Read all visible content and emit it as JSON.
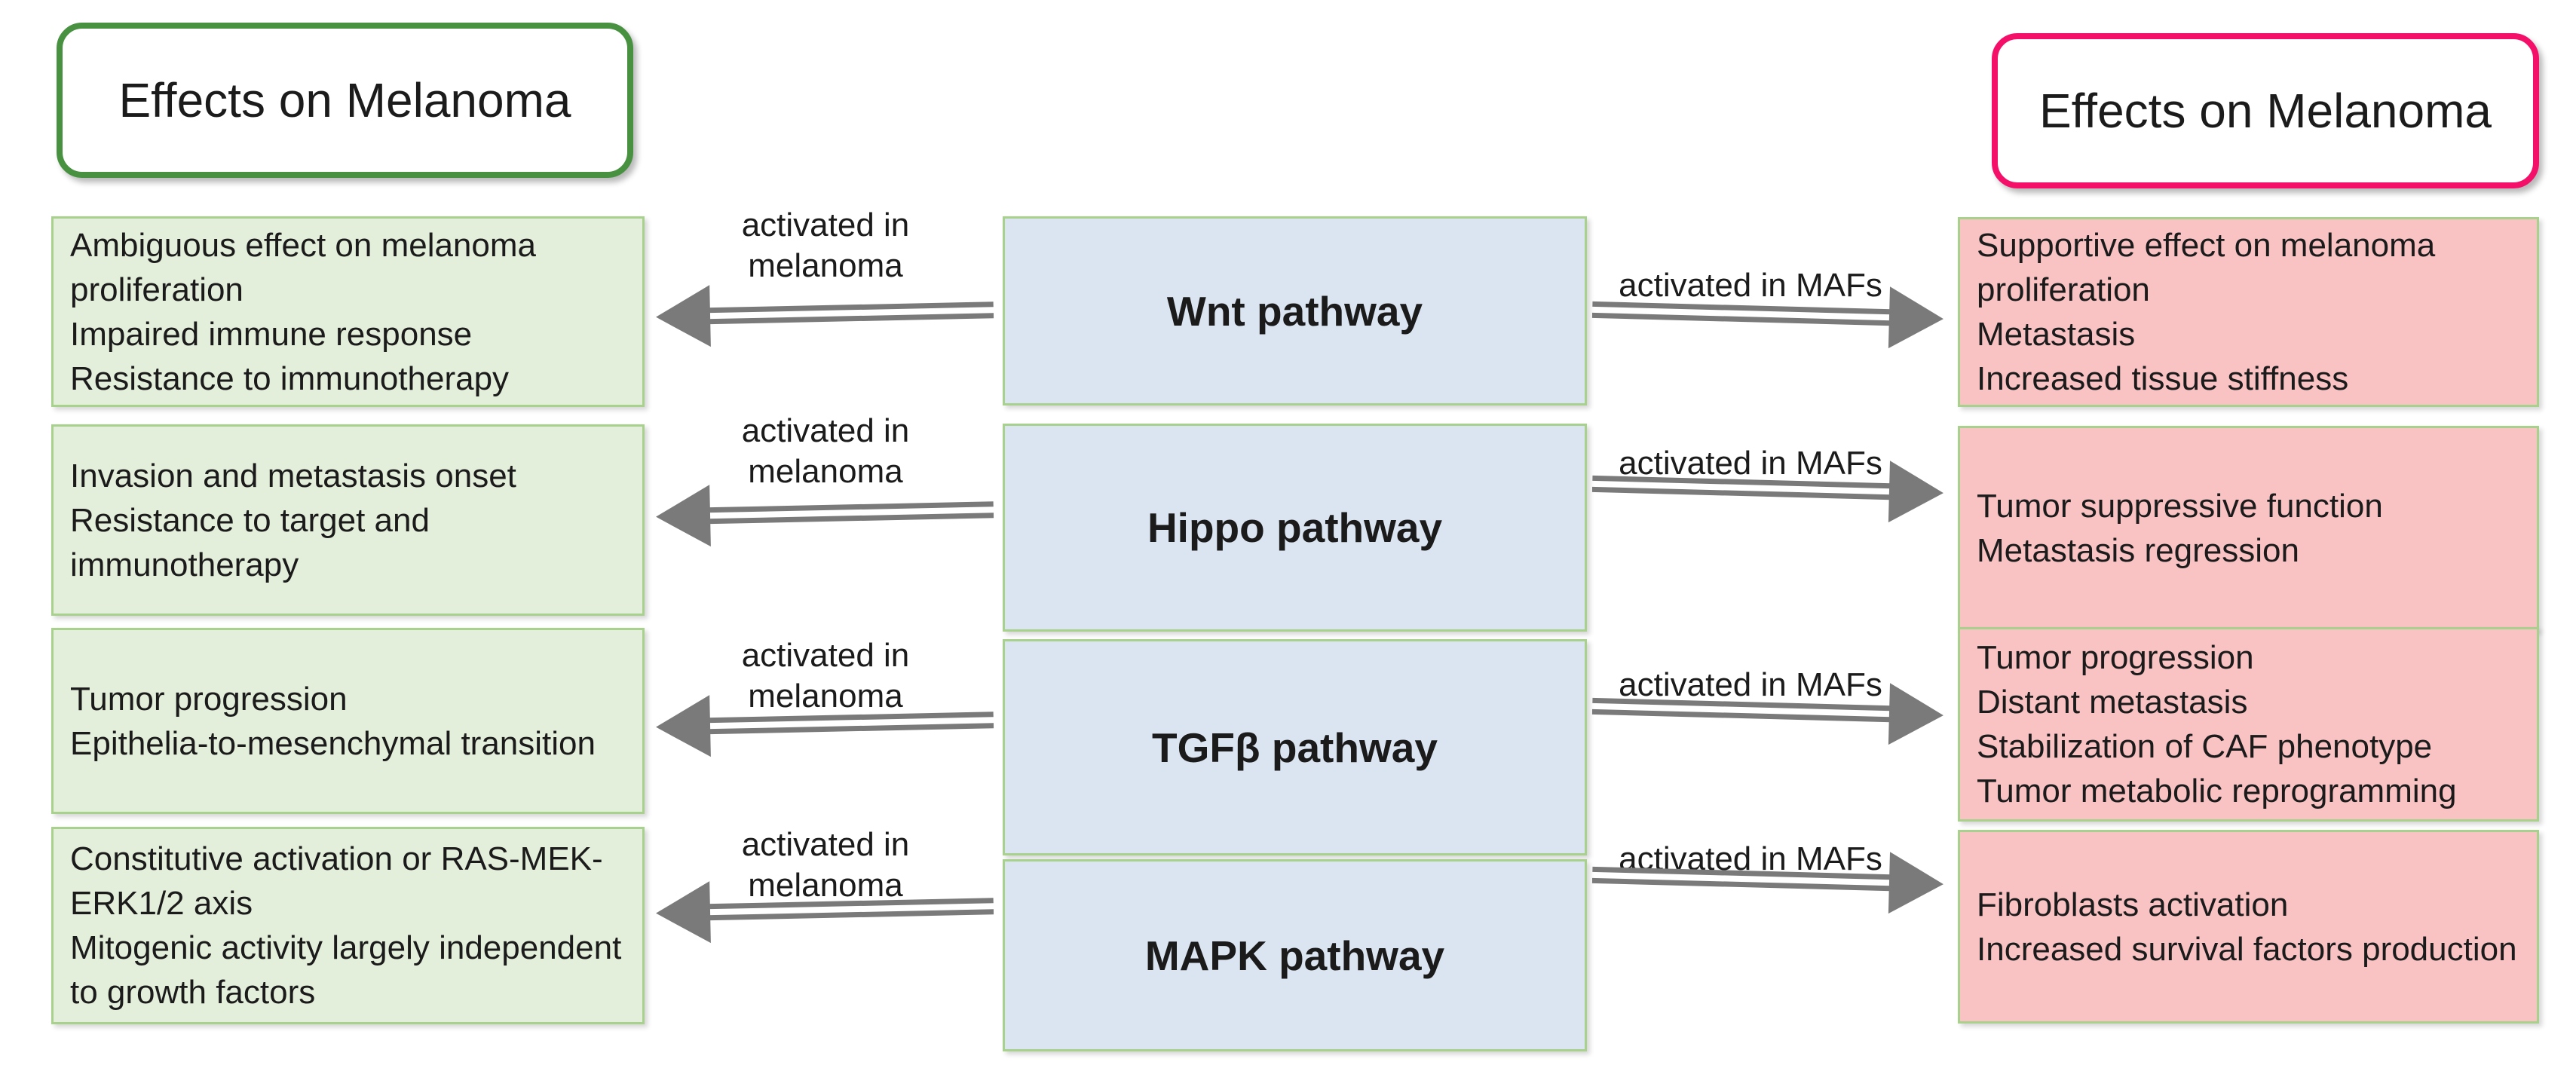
{
  "titles": {
    "left": "Effects on Melanoma",
    "right": "Effects on Melanoma"
  },
  "colors": {
    "effect_green_fill": "#e3efda",
    "effect_pink_fill": "#f9c2c3",
    "pathway_blue_fill": "#dbe5f1",
    "box_border_green": "#a9d18e",
    "title_left_border_green": "#479140",
    "title_right_border_pink": "#f41069",
    "arrow_gray": "#7a7a7a"
  },
  "rows": [
    {
      "pathway": "Wnt pathway",
      "left_arrow_label": "activated in\nmelanoma",
      "right_arrow_label": "activated in MAFs",
      "left_effects": [
        "Ambiguous effect on melanoma proliferation",
        "Impaired immune response",
        "Resistance to immunotherapy"
      ],
      "right_effects": [
        "Supportive effect on melanoma proliferation",
        "Metastasis",
        "Increased tissue stiffness"
      ]
    },
    {
      "pathway": "Hippo pathway",
      "left_arrow_label": "activated in\nmelanoma",
      "right_arrow_label": "activated in MAFs",
      "left_effects": [
        "Invasion and metastasis onset",
        "Resistance to target and immunotherapy"
      ],
      "right_effects": [
        "Tumor suppressive function",
        "Metastasis regression"
      ]
    },
    {
      "pathway": "TGFβ pathway",
      "left_arrow_label": "activated in\nmelanoma",
      "right_arrow_label": "activated in MAFs",
      "left_effects": [
        "Tumor progression",
        "Epithelia-to-mesenchymal transition"
      ],
      "right_effects": [
        "Tumor progression",
        "Distant metastasis",
        "Stabilization of CAF phenotype",
        "Tumor metabolic reprogramming"
      ]
    },
    {
      "pathway": "MAPK pathway",
      "left_arrow_label": "activated in\nmelanoma",
      "right_arrow_label": "activated in MAFs",
      "left_effects": [
        "Constitutive activation or RAS-MEK-ERK1/2 axis",
        "Mitogenic activity largely independent to growth factors"
      ],
      "right_effects": [
        "Fibroblasts activation",
        "Increased survival factors production"
      ]
    }
  ]
}
